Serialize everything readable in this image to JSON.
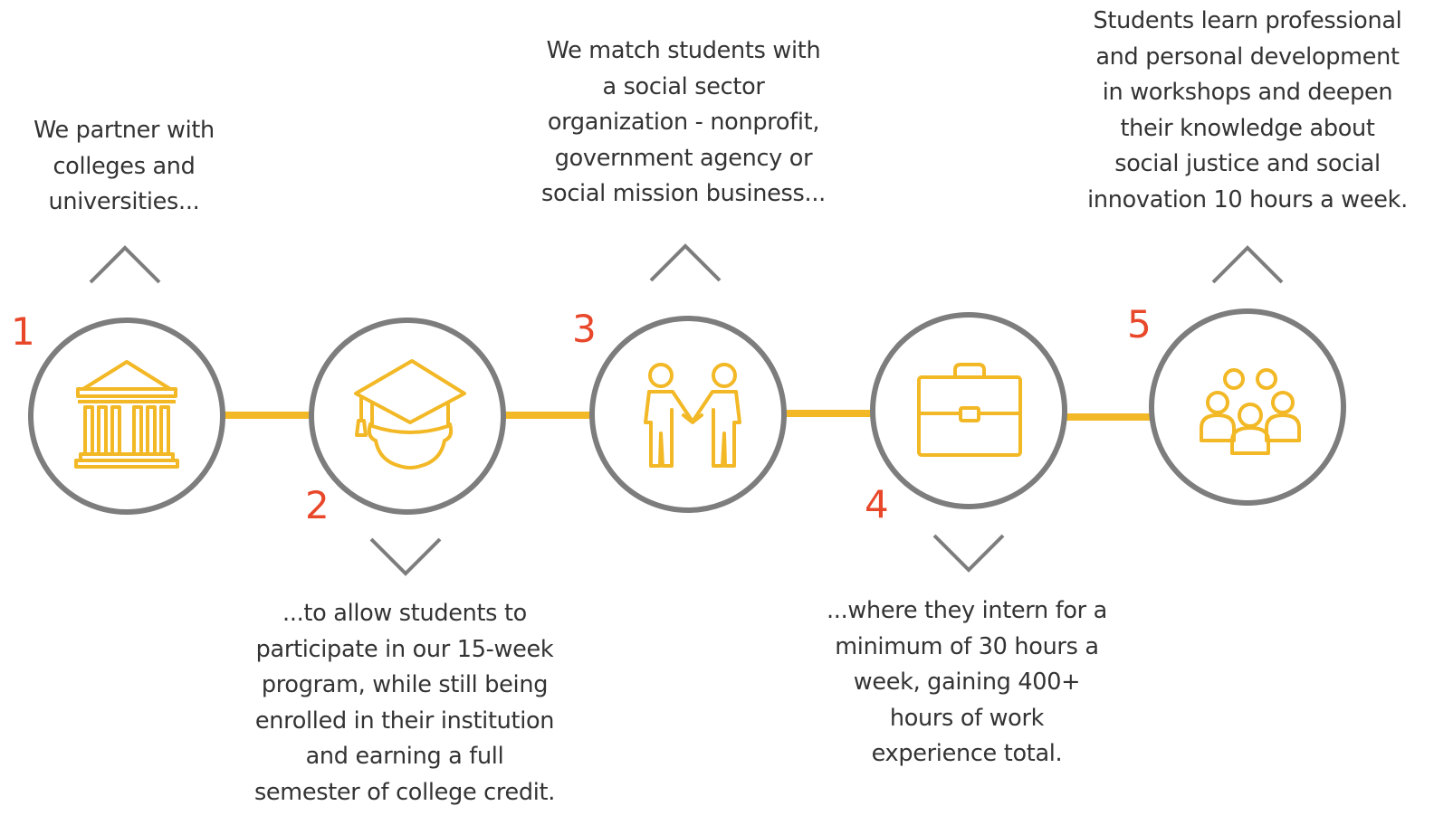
{
  "colors": {
    "accent_yellow": "#F2B825",
    "number_red": "#E8472A",
    "circle_gray": "#7D7D7D",
    "text_dark": "#333333"
  },
  "steps": [
    {
      "number": "1",
      "icon": "university-building-icon",
      "lines": [
        "We partner with",
        "colleges and",
        "universities..."
      ]
    },
    {
      "number": "2",
      "icon": "graduation-cap-icon",
      "lines": [
        "...to allow students to",
        "participate in our 15-week",
        "program, while still being",
        "enrolled in their institution",
        "and earning a full",
        "semester of college credit."
      ]
    },
    {
      "number": "3",
      "icon": "handshake-icon",
      "lines": [
        "We match students with",
        "a social sector",
        "organization - nonprofit,",
        "government agency or",
        "social mission business..."
      ]
    },
    {
      "number": "4",
      "icon": "briefcase-icon",
      "lines": [
        "...where they intern for a",
        "minimum of 30 hours a",
        "week, gaining 400+",
        "hours of work",
        "experience total."
      ]
    },
    {
      "number": "5",
      "icon": "group-people-icon",
      "lines": [
        "Students learn professional",
        "and personal development",
        "in workshops and deepen",
        "their knowledge about",
        "social justice and social",
        "innovation 10 hours a week."
      ]
    }
  ]
}
